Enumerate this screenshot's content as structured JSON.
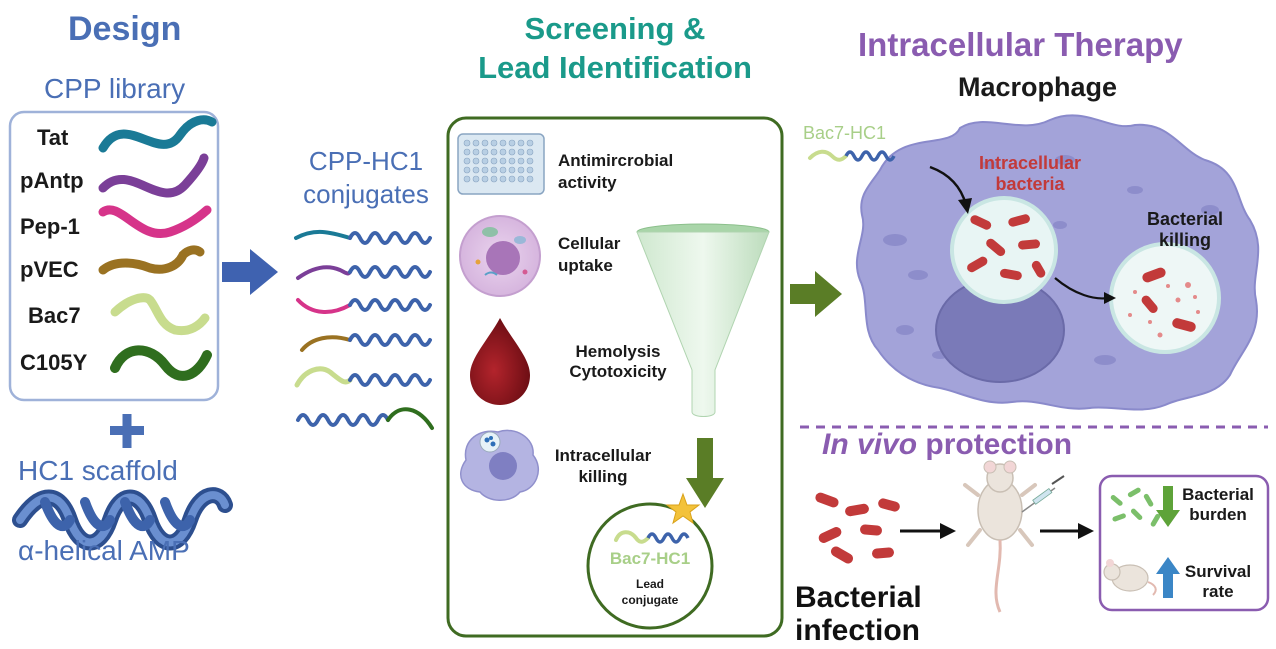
{
  "design": {
    "title": "Design",
    "library_label": "CPP library",
    "peptides": [
      {
        "name": "Tat",
        "color": "#1a7a96"
      },
      {
        "name": "pAntp",
        "color": "#7b3f98"
      },
      {
        "name": "Pep-1",
        "color": "#d6348a"
      },
      {
        "name": "pVEC",
        "color": "#9a7222"
      },
      {
        "name": "Bac7",
        "color": "#c8dc8e"
      },
      {
        "name": "C105Y",
        "color": "#2f6e1e"
      }
    ],
    "plus": "+",
    "scaffold_label": "HC1 scaffold",
    "amp_label": "α-helical AMP"
  },
  "conjugates": {
    "label_line1": "CPP-HC1",
    "label_line2": "conjugates"
  },
  "screening": {
    "title_line1": "Screening &",
    "title_line2": "Lead Identification",
    "assays": [
      {
        "line1": "Antimircrobial",
        "line2": "activity",
        "icon": "well-plate-icon"
      },
      {
        "line1": "Cellular",
        "line2": "uptake",
        "icon": "cell-icon"
      },
      {
        "line1": "Hemolysis",
        "line2": "Cytotoxicity",
        "icon": "blood-drop-icon"
      },
      {
        "line1": "Intracellular",
        "line2": "killing",
        "icon": "macrophage-icon"
      }
    ],
    "lead_name": "Bac7-HC1",
    "lead_line1": "Lead",
    "lead_line2": "conjugate"
  },
  "therapy": {
    "title": "Intracellular Therapy",
    "cell_label": "Macrophage",
    "conjugate_label": "Bac7-HC1",
    "bacteria_line1": "Intracellular",
    "bacteria_line2": "bacteria",
    "killing_line1": "Bacterial",
    "killing_line2": "killing"
  },
  "invivo": {
    "title_italic": "In vivo",
    "title_rest": " protection",
    "infection_line1": "Bacterial",
    "infection_line2": "infection",
    "burden_line1": "Bacterial",
    "burden_line2": "burden",
    "survival_line1": "Survival",
    "survival_line2": "rate"
  },
  "colors": {
    "blue_heading": "#4a6fb5",
    "teal_heading": "#1a9a8a",
    "purple_heading": "#8a5cb0",
    "green_arrow": "#5a7d26",
    "blue_arrow": "#3f62b0",
    "macrophage": "#a3a3d9",
    "bacteria_red": "#c23a3a"
  }
}
